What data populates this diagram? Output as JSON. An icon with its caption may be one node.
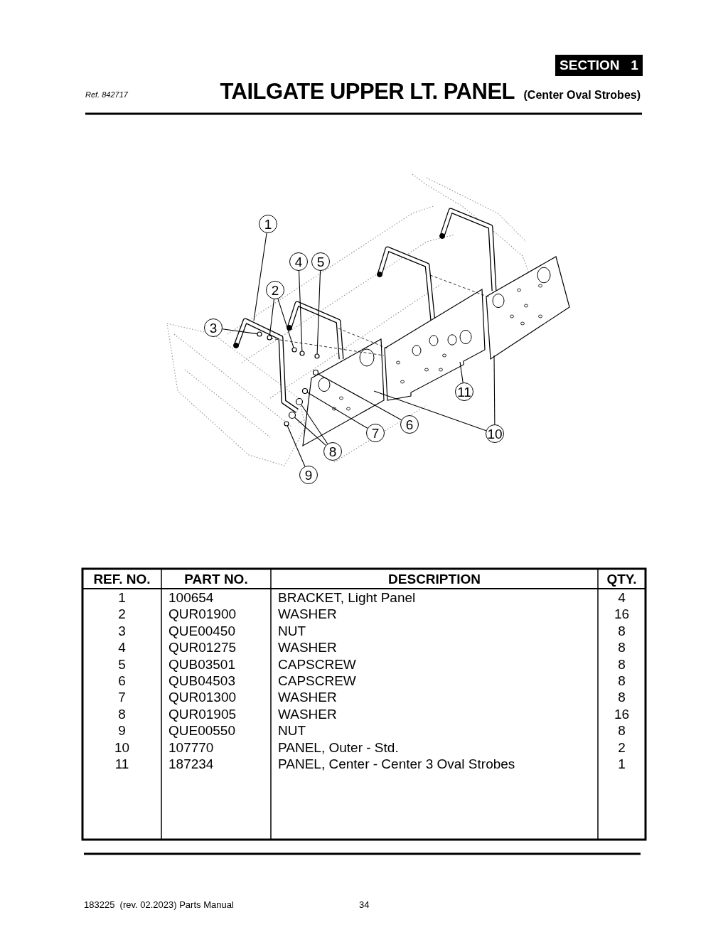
{
  "diagram": {
    "title": "TAILGATE UPPER LT. PANEL",
    "nodes": [
      {
        "text": [
          "1"
        ]
      },
      {
        "text": [
          "2"
        ]
      },
      {
        "text": [
          "3"
        ]
      },
      {
        "text": [
          "4"
        ]
      },
      {
        "text": [
          "5"
        ]
      },
      {
        "text": [
          "6"
        ]
      },
      {
        "text": [
          "7"
        ]
      },
      {
        "text": [
          "8"
        ]
      },
      {
        "text": [
          "9"
        ]
      },
      {
        "text": [
          "10"
        ]
      },
      {
        "text": [
          "11"
        ]
      },
      {
        "text": [],
        "shape": "circle"
      },
      {
        "text": [],
        "shape": "circle"
      },
      {
        "text": [],
        "shape": "circle"
      },
      {
        "text": [],
        "shape": "circle"
      },
      {
        "text": [],
        "shape": "circle"
      },
      {
        "text": [],
        "shape": "circle"
      },
      {
        "text": [],
        "shape": "circle"
      },
      {
        "text": [],
        "shape": "circle"
      },
      {
        "text": [],
        "shape": "circle"
      },
      {
        "text": [],
        "shape": "circle"
      }
    ],
    "edges": [
      {
        "from": 0,
        "to": null,
        "arrow": "none"
      },
      {
        "from": 1,
        "to": 12,
        "arrow": "none"
      },
      {
        "from": 1,
        "to": 15,
        "arrow": "none"
      },
      {
        "from": 2,
        "to": 11,
        "arrow": "none"
      },
      {
        "from": 3,
        "to": 17,
        "arrow": "none"
      },
      {
        "from": 4,
        "to": 20,
        "arrow": "none"
      },
      {
        "from": 5,
        "to": 19,
        "arrow": "none"
      },
      {
        "from": 6,
        "to": 18,
        "arrow": "none"
      },
      {
        "from": 7,
        "to": 16,
        "arrow": "none"
      },
      {
        "from": 7,
        "to": 14,
        "arrow": "none"
      },
      {
        "from": 8,
        "to": 13,
        "arrow": "none"
      },
      {
        "from": 9,
        "to": null,
        "arrow": "none"
      },
      {
        "from": 9,
        "to": null,
        "arrow": "none"
      },
      {
        "from": 10,
        "to": null,
        "arrow": "none"
      }
    ],
    "labels": [
      "SECTION 1",
      "Ref. 842717",
      "(Center Oval Strobes)",
      "REF. NO.",
      "PART NO.",
      "DESCRIPTION",
      "QTY.",
      "1",
      "100654",
      "BRACKET, Light Panel",
      "4",
      "2",
      "QUR01900",
      "WASHER",
      "16",
      "3",
      "QUE00450",
      "NUT",
      "8",
      "4",
      "QUR01275",
      "WASHER",
      "8",
      "5",
      "QUB03501",
      "CAPSCREW",
      "8",
      "6",
      "QUB04503",
      "CAPSCREW",
      "8",
      "7",
      "QUR01300",
      "WASHER",
      "8",
      "8",
      "QUR01905",
      "WASHER",
      "16",
      "9",
      "QUE00550",
      "NUT",
      "8",
      "10",
      "107770",
      "PANEL, Outer - Std.",
      "2",
      "11",
      "187234",
      "PANEL, Center - Center 3 Oval Strobes",
      "1",
      "183225  (rev. 02.2023) Parts Manual",
      "34"
    ]
  }
}
